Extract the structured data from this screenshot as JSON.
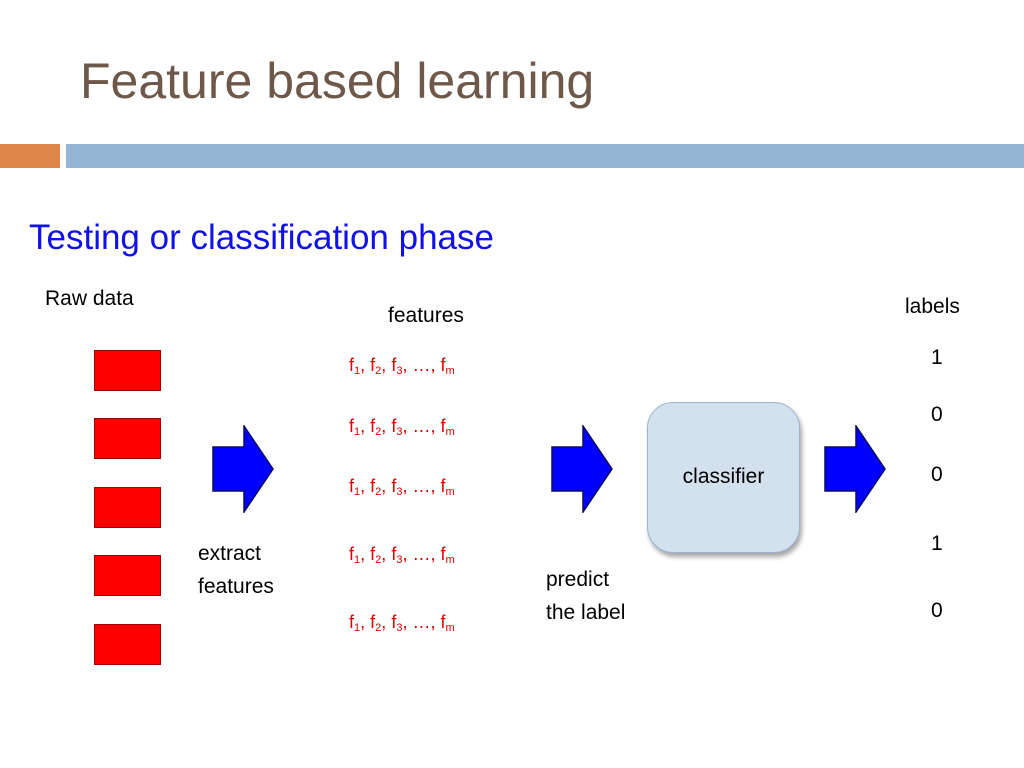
{
  "slide": {
    "title": "Feature based learning",
    "subtitle": "Testing or classification phase"
  },
  "diagram": {
    "raw_data_label": "Raw data",
    "raw_data_count": 5,
    "features_label": "features",
    "feature_vector": {
      "f": "f",
      "subs": [
        "1",
        "2",
        "3",
        "m"
      ],
      "sep": ", ",
      "ellipsis": "…, "
    },
    "extract_label_line1": "extract",
    "extract_label_line2": "features",
    "predict_label_line1": "predict",
    "predict_label_line2": "the label",
    "classifier_label": "classifier",
    "labels_header": "labels",
    "labels": [
      "1",
      "0",
      "0",
      "1",
      "0"
    ],
    "colors": {
      "raw_box": "#ff0000",
      "arrow": "#0000ff",
      "feature_text": "#e00000",
      "classifier_fill": "#d3e0ee",
      "title": "#6e5849",
      "subtitle": "#1010e8"
    },
    "icons": [
      "right-arrow-icon"
    ]
  }
}
